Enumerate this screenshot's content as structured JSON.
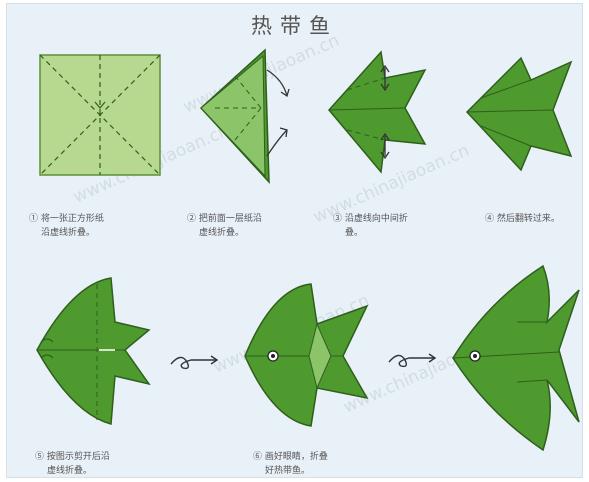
{
  "title": "热带鱼",
  "watermark": "www.chinajiaoan.cn",
  "colors": {
    "paper_light": "#b7d98f",
    "paper_dark": "#4e9a2e",
    "outline": "#2f5f1c",
    "background": "#e9f1f8"
  },
  "steps": [
    {
      "line1": "① 将一张正方形纸",
      "line2": "沿虚线折叠。"
    },
    {
      "line1": "② 把前面一层纸沿",
      "line2": "虚线折叠。"
    },
    {
      "line1": "③ 沿虚线向中间折",
      "line2": "叠。"
    },
    {
      "line1": "④ 然后翻转过来。",
      "line2": ""
    },
    {
      "line1": "⑤ 按图示剪开后沿",
      "line2": "虚线折叠。"
    },
    {
      "line1": "⑥ 画好眼睛，折叠",
      "line2": "好热带鱼。"
    }
  ],
  "icons": [
    "arrow-loop-icon",
    "arrow-loop-icon"
  ]
}
